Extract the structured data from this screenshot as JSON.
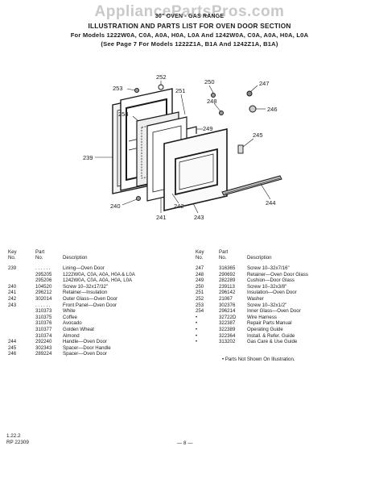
{
  "header": {
    "watermark": "AppliancePartsPros.com",
    "line1": "30\" OVEN - GAS RANGE",
    "line2": "ILLUSTRATION AND PARTS LIST FOR OVEN DOOR SECTION",
    "line3": "For Models 1222W0A, C0A, A0A, H0A, L0A And 1242W0A, C0A, A0A, H0A, L0A",
    "line4": "(See Page 7 For Models 1222Z1A, B1A And 1242Z1A, B1A)"
  },
  "callouts": [
    "252",
    "250",
    "247",
    "253",
    "251",
    "248",
    "246",
    "254",
    "249",
    "245",
    "239",
    "244",
    "240",
    "241",
    "242",
    "243"
  ],
  "table_headers": {
    "key": "Key",
    "no": "No.",
    "part": "Part",
    "description": "Description"
  },
  "left_rows": [
    {
      "key": "239",
      "part": ". . . . . .",
      "desc": "Lining—Oven Door"
    },
    {
      "key": "",
      "part": "295205",
      "desc": "1222W0A, C0A, A0A, H0A & L0A"
    },
    {
      "key": "",
      "part": "295206",
      "desc": "1242W0A, C0A, A0A, H0A, L0A"
    },
    {
      "key": "240",
      "part": "104520",
      "desc": "Screw 10–32x17/32\""
    },
    {
      "key": "241",
      "part": "296212",
      "desc": "Retainer—Insulation"
    },
    {
      "key": "242",
      "part": "302014",
      "desc": "Outer Glass—Oven Door"
    },
    {
      "key": "243",
      "part": ". . . . . .",
      "desc": "Front Panel—Oven Door"
    },
    {
      "key": "",
      "part": "310373",
      "desc": "White"
    },
    {
      "key": "",
      "part": "310375",
      "desc": "Coffee"
    },
    {
      "key": "",
      "part": "310376",
      "desc": "Avocado"
    },
    {
      "key": "",
      "part": "310377",
      "desc": "Golden Wheat"
    },
    {
      "key": "",
      "part": "310374",
      "desc": "Almond"
    },
    {
      "key": "244",
      "part": "292240",
      "desc": "Handle—Oven Door"
    },
    {
      "key": "245",
      "part": "302343",
      "desc": "Spacer—Door Handle"
    },
    {
      "key": "246",
      "part": "289224",
      "desc": "Spacer—Oven Door"
    }
  ],
  "right_rows": [
    {
      "key": "247",
      "part": "316365",
      "desc": "Screw 10–32x7/16\""
    },
    {
      "key": "248",
      "part": "290692",
      "desc": "Retainer—Oven Door Glass"
    },
    {
      "key": "249",
      "part": "282289",
      "desc": "Cushion—Door Glass"
    },
    {
      "key": "250",
      "part": "239113",
      "desc": "Screw 10–32x3/8\""
    },
    {
      "key": "251",
      "part": "296142",
      "desc": "Insulation—Oven Door"
    },
    {
      "key": "252",
      "part": "21067",
      "desc": "Washer"
    },
    {
      "key": "253",
      "part": "302376",
      "desc": "Screw 10–32x1/2\""
    },
    {
      "key": "254",
      "part": "296214",
      "desc": "Inner Glass—Oven Door"
    },
    {
      "key": "•",
      "part": "32722D",
      "desc": "Wire Harness"
    },
    {
      "key": "•",
      "part": "322387",
      "desc": "Repair Parts Manual"
    },
    {
      "key": "•",
      "part": "322389",
      "desc": "Operating Guide"
    },
    {
      "key": "•",
      "part": "322364",
      "desc": "Install. & Refer. Guide"
    },
    {
      "key": "•",
      "part": "313202",
      "desc": "Gas Care & Use Guide"
    }
  ],
  "note": "•  Parts Not Shown On Illustration.",
  "footer": {
    "date": "1.22.2",
    "rp": "RP 22309",
    "page": "— 8 —"
  }
}
